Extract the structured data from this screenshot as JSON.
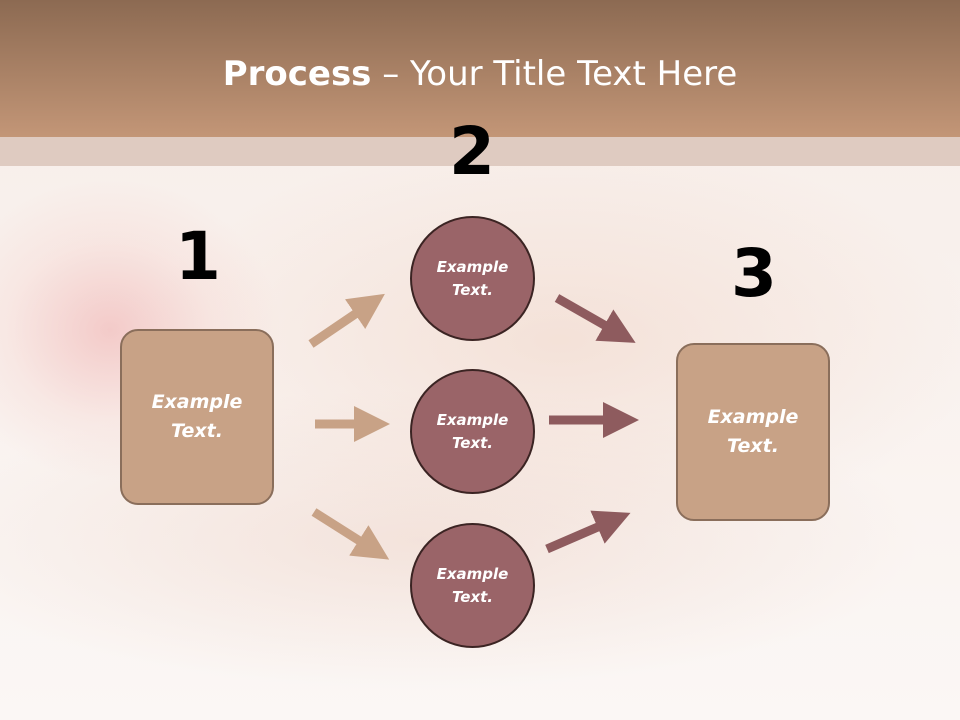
{
  "slide": {
    "title_bold": "Process",
    "title_rest": " – Your Title Text Here"
  },
  "diagram": {
    "steps": [
      {
        "number": "1",
        "text": "Example Text."
      },
      {
        "number": "2",
        "text": "Example Text."
      },
      {
        "number": "3",
        "text": "Example Text."
      }
    ],
    "middle_nodes": [
      {
        "text": "Example Text."
      },
      {
        "text": "Example Text."
      },
      {
        "text": "Example Text."
      }
    ]
  },
  "colors": {
    "title_bar_top": "#8c6a52",
    "title_bar_bottom": "#c39677",
    "box_fill": "#c8a286",
    "box_border": "#8a6e5b",
    "circle_fill": "#9a6468",
    "circle_border": "#3b2423",
    "arrow_left": "#c8a286",
    "arrow_right": "#8e5b5e"
  }
}
